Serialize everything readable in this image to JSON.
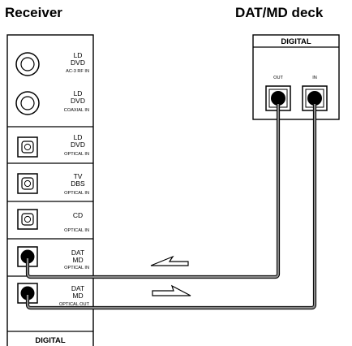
{
  "titles": {
    "receiver": "Receiver",
    "deck": "DAT/MD deck"
  },
  "receiver_panel": {
    "footer_label": "DIGITAL",
    "jacks": [
      {
        "type": "coaxial",
        "label_lines": [
          "LD",
          "DVD"
        ],
        "sub": "AC-3 RF IN"
      },
      {
        "type": "coaxial",
        "label_lines": [
          "LD",
          "DVD"
        ],
        "sub": "COAXIAL IN"
      },
      {
        "type": "optical",
        "label_lines": [
          "LD",
          "DVD"
        ],
        "sub": "OPTICAL IN"
      },
      {
        "type": "optical",
        "label_lines": [
          "TV",
          "DBS"
        ],
        "sub": "OPTICAL IN"
      },
      {
        "type": "optical",
        "label_lines": [
          "CD"
        ],
        "sub": "OPTICAL IN"
      },
      {
        "type": "optical-connected",
        "label_lines": [
          "DAT",
          "MD"
        ],
        "sub": "OPTICAL IN"
      },
      {
        "type": "optical-connected",
        "label_lines": [
          "DAT",
          "MD"
        ],
        "sub": "OPTICAL OUT"
      }
    ]
  },
  "deck_panel": {
    "header_label": "DIGITAL",
    "out_label": "OUT",
    "in_label": "IN"
  },
  "connections": [
    {
      "from": "deck.OUT",
      "to": "receiver.DAT_MD_OPTICAL_IN",
      "arrow": "left"
    },
    {
      "from": "receiver.DAT_MD_OPTICAL_OUT",
      "to": "deck.IN",
      "arrow": "right"
    }
  ],
  "colors": {
    "cable": "#7a7a7a",
    "line": "#000000"
  }
}
